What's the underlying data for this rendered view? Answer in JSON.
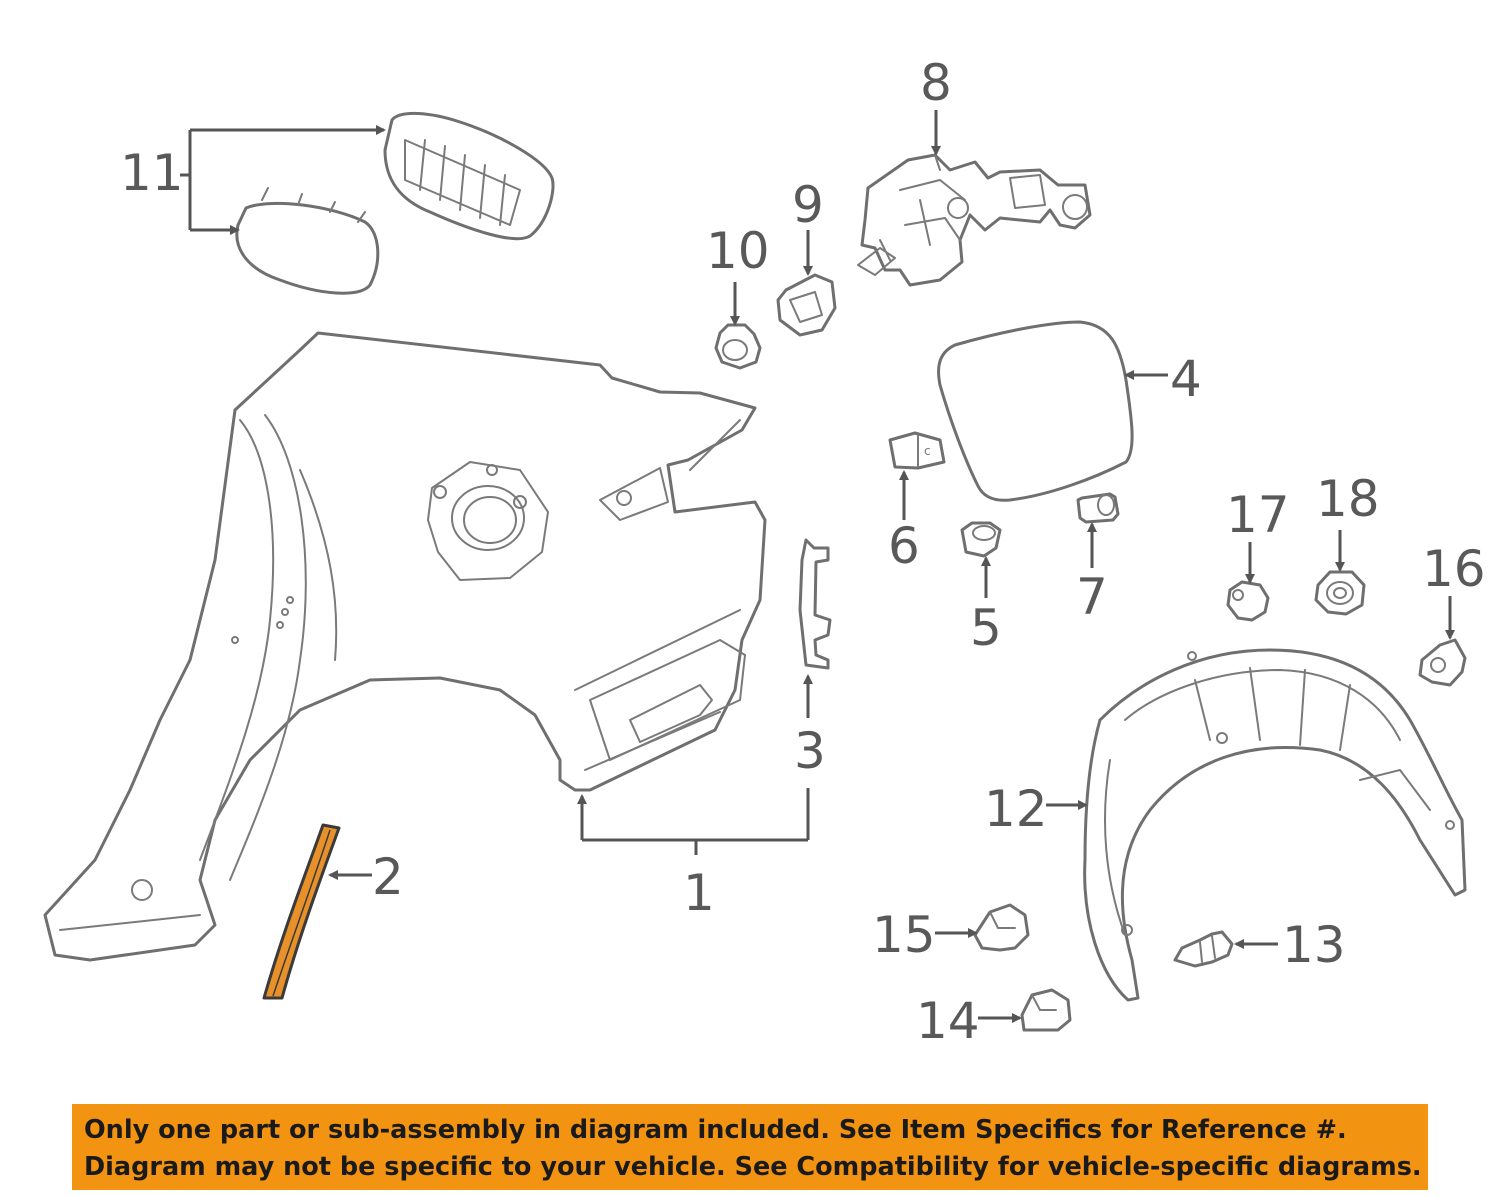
{
  "callouts": {
    "c1": "1",
    "c2": "2",
    "c3": "3",
    "c4": "4",
    "c5": "5",
    "c6": "6",
    "c7": "7",
    "c8": "8",
    "c9": "9",
    "c10": "10",
    "c11": "11",
    "c12": "12",
    "c13": "13",
    "c14": "14",
    "c15": "15",
    "c16": "16",
    "c17": "17",
    "c18": "18"
  },
  "highlight_color": "#e8912a",
  "banner": {
    "color": "#f29312",
    "line1": "Only one part or sub-assembly in diagram included. See Item Specifics for Reference #.",
    "line2": "Diagram may not be specific to your vehicle. See Compatibility for vehicle-specific diagrams."
  }
}
